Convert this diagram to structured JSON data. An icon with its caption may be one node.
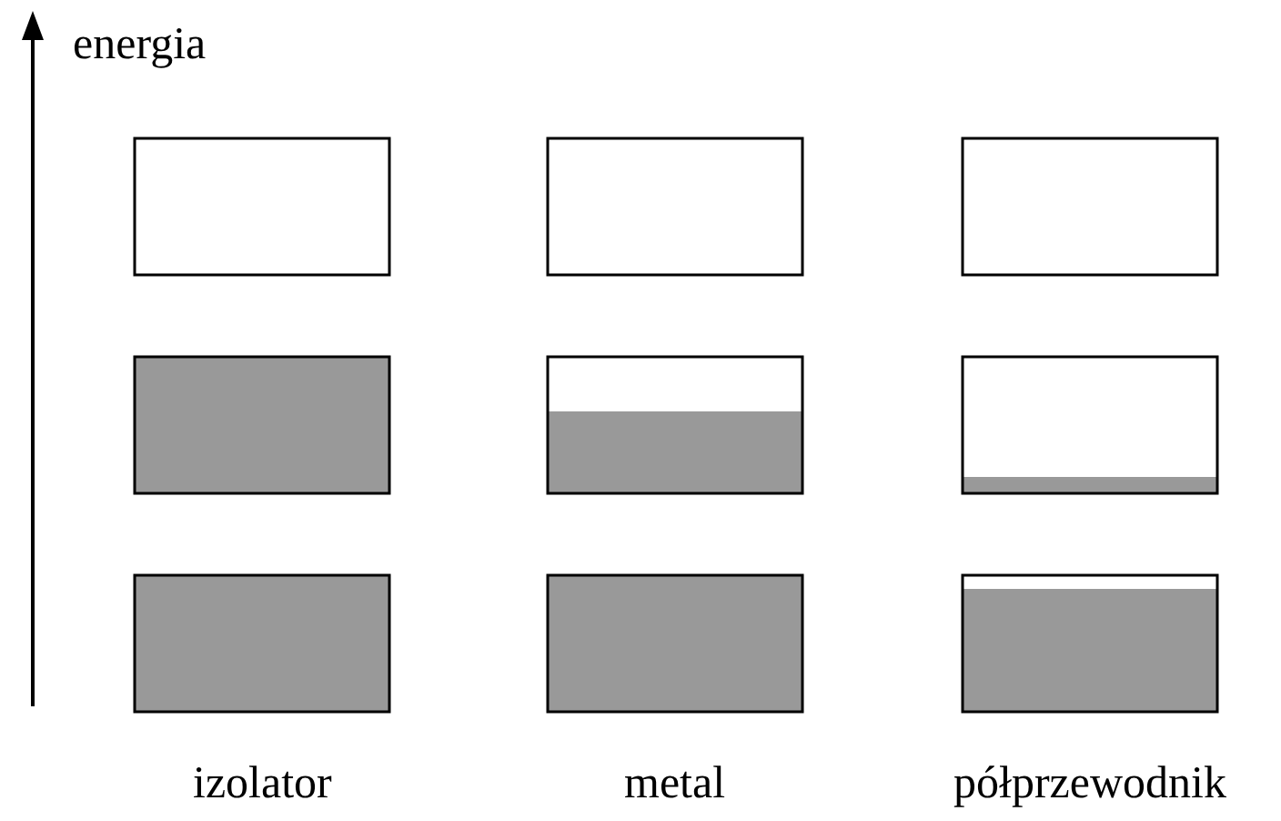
{
  "diagram": {
    "labels": [
      "energia",
      "izolator",
      "metal",
      "półprzewodnik"
    ]
  }
}
